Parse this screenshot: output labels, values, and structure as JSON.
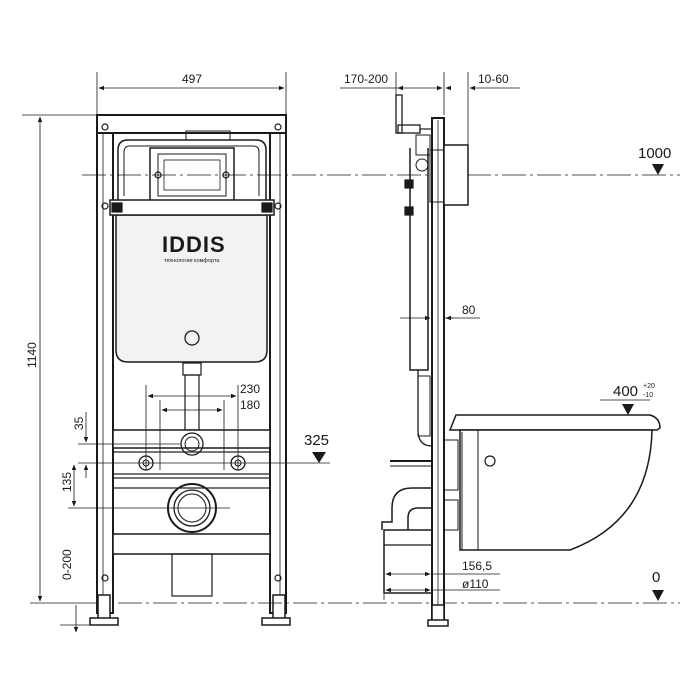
{
  "front_view": {
    "width_label": "497",
    "height_label": "1140",
    "outlet_spacing_outer": "230",
    "outlet_spacing_inner": "180",
    "gap_small": "35",
    "gap_drain": "135",
    "foot_adjust": "0-200",
    "level_outlets": "325"
  },
  "brand": {
    "logo": "IDDIS",
    "tagline": "технологии комфорта"
  },
  "side_view": {
    "depth_range": "170-200",
    "wall_offset": "10-60",
    "level_button": "1000",
    "pipe_offset": "80",
    "level_bowl": "400",
    "level_bowl_tol_plus": "+20",
    "level_bowl_tol_minus": "-10",
    "drain_offset": "156,5",
    "drain_diameter": "ø110",
    "level_floor": "0"
  },
  "colors": {
    "line": "#1a1a1a",
    "tank": "#f2f2f2",
    "background": "#ffffff"
  }
}
